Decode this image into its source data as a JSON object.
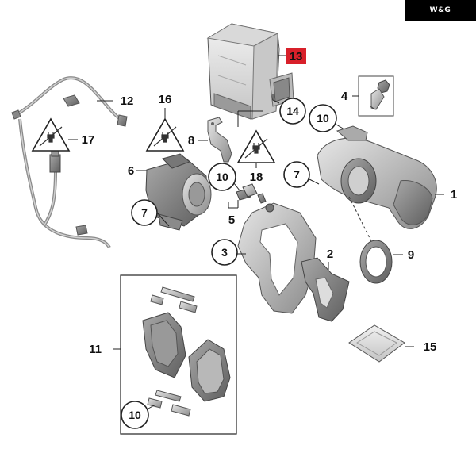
{
  "brand": {
    "logo_text": "W&G",
    "accent": "#000000"
  },
  "highlight_color": "#d8202a",
  "labels": {
    "p1": "1",
    "p2": "2",
    "p3": "3",
    "p4": "4",
    "p5": "5",
    "p6": "6",
    "p7a": "7",
    "p7b": "7",
    "p8": "8",
    "p9": "9",
    "p10a": "10",
    "p10b": "10",
    "p10c": "10",
    "p11": "11",
    "p12": "12",
    "p13": "13",
    "p14": "14",
    "p15": "15",
    "p16": "16",
    "p17": "17",
    "p18": "18"
  }
}
